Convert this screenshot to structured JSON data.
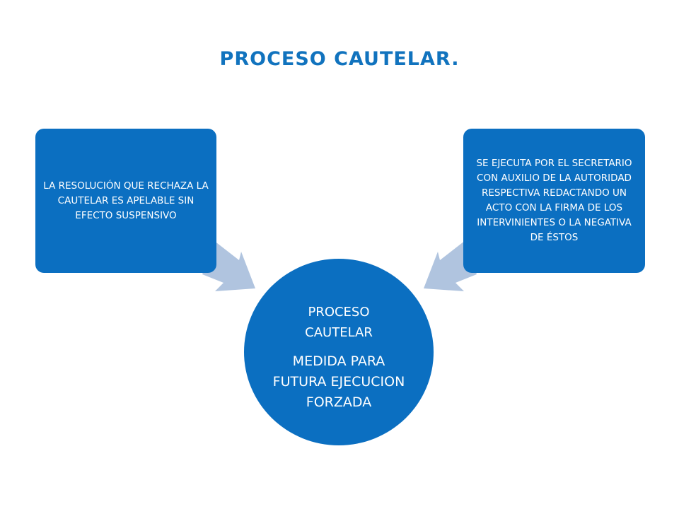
{
  "title": "PROCESO CAUTELAR.",
  "left_box": {
    "text": "LA RESOLUCIÓN QUE RECHAZA LA CAUTELAR ES APELABLE SIN EFECTO SUSPENSIVO"
  },
  "right_box": {
    "text": "SE EJECUTA POR EL SECRETARIO CON AUXILIO DE LA AUTORIDAD RESPECTIVA REDACTANDO UN ACTO CON LA FIRMA DE LOS INTERVINIENTES O LA NEGATIVA DE ÉSTOS"
  },
  "center": {
    "title": "PROCESO CAUTELAR",
    "subtitle": "MEDIDA PARA FUTURA EJECUCION FORZADA"
  },
  "colors": {
    "title": "#1173be",
    "shape_fill": "#0b6fc1",
    "arrow_fill": "#b0c4df"
  },
  "icons": {
    "connector": "arrow-right-icon"
  }
}
